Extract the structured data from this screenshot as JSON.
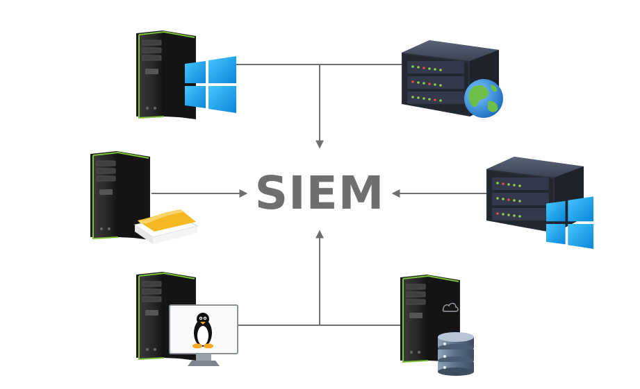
{
  "diagram": {
    "center_label": "SIEM",
    "colors": {
      "connector": "#6f6f6f",
      "label": "#6f6f6f",
      "tower_body": "#2b2b2b",
      "tower_accent": "#7fc13b",
      "windows_blue": "#1aa0e8",
      "globe_blue": "#2f8fd8",
      "globe_green": "#6cc04a",
      "rack_body": "#2e3440",
      "paper_yellow": "#f5b921",
      "db_steel": "#5b6f86"
    },
    "sources": [
      {
        "name": "windows-workstation",
        "icon": "windows-logo-icon"
      },
      {
        "name": "web-server",
        "icon": "globe-icon"
      },
      {
        "name": "log-file-host",
        "icon": "paper-stack-icon"
      },
      {
        "name": "windows-server",
        "icon": "windows-logo-icon"
      },
      {
        "name": "linux-workstation",
        "icon": "linux-penguin-icon"
      },
      {
        "name": "database-server",
        "icon": "database-icon"
      }
    ]
  }
}
